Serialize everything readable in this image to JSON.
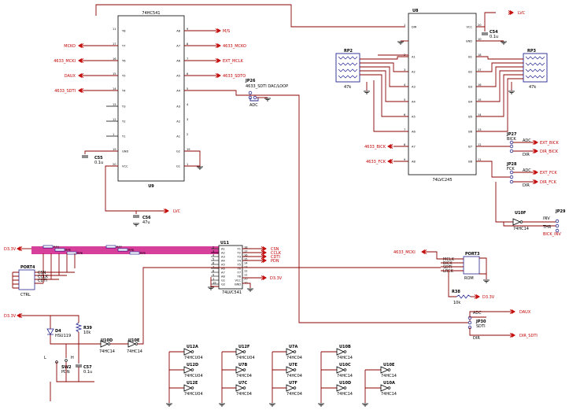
{
  "u9": {
    "part": "74HC541",
    "ref": "U9",
    "left_pins": [
      "11",
      "17",
      "16",
      "15",
      "14",
      "13",
      "12",
      "1",
      "1",
      "19",
      "20"
    ],
    "left_labels": [
      "Y8",
      "Y7",
      "Y6",
      "Y5",
      "Y4",
      "Y3",
      "Y2",
      "Y1",
      "",
      "GND",
      "VCC"
    ],
    "right_pins": [
      "A8",
      "A7",
      "A6",
      "A5",
      "A4",
      "A3",
      "A2",
      "A1",
      "G2",
      "G1"
    ],
    "right_nums": [
      "9",
      "8",
      "7",
      "6",
      "5",
      "4",
      "3",
      "2",
      "19",
      "1"
    ]
  },
  "u9_left_nets": [
    "MCKO",
    "4633_MCKI",
    "DAUX",
    "4633_SDTI"
  ],
  "u9_right_nets": [
    "M/S",
    "4633_MCKO",
    "EXT_MCLK",
    "4633_SDTO"
  ],
  "c55": {
    "ref": "C55",
    "val": "0.1u"
  },
  "c56": {
    "ref": "C56",
    "val": "47u",
    "net": "LVC"
  },
  "jp26": {
    "ref": "JP26",
    "name": "4633_SDTI DAC/LOOP",
    "adc": "ADC"
  },
  "u8": {
    "ref": "U8",
    "part": "74LVC245",
    "left_pins": [
      "DIR",
      "",
      "A1",
      "A2",
      "A3",
      "A4",
      "A5",
      "A6",
      "A7",
      "A8"
    ],
    "left_nums": [
      "1",
      "",
      "2",
      "3",
      "4",
      "5",
      "6",
      "7",
      "8",
      "9"
    ],
    "right_pins": [
      "VCC",
      "GND",
      "B1",
      "B2",
      "B3",
      "B4",
      "B5",
      "B6",
      "B7",
      "B8"
    ],
    "right_nums": [
      "20",
      "10",
      "18",
      "17",
      "16",
      "15",
      "14",
      "13",
      "12",
      "11"
    ]
  },
  "c54": {
    "ref": "C54",
    "val": "0.1u",
    "net": "LVC"
  },
  "rp2": {
    "ref": "RP2",
    "val": "47k"
  },
  "rp3": {
    "ref": "RP3",
    "val": "47k"
  },
  "u8_left_nets": [
    "4633_BICK",
    "4633_FCK"
  ],
  "jp27": {
    "ref": "JP27",
    "name": "BICK",
    "adc": "ADC",
    "dir": "DIR",
    "n1": "EXT_BICK",
    "n2": "DIR_BICK"
  },
  "jp28": {
    "ref": "JP28",
    "name": "FCK",
    "adc": "ADC",
    "dir": "DIR",
    "n1": "EXT_FCK",
    "n2": "DIR_FCK"
  },
  "u10f": {
    "ref": "U10F",
    "part": "74HC14"
  },
  "jp29": {
    "ref": "JP29",
    "inv": "INV",
    "thr": "THR",
    "net": "BICK_INV"
  },
  "d33": "D3.3V",
  "rp_group": [
    "RP4",
    "RP5",
    "RP6",
    "RP7",
    "RP8",
    "RP9"
  ],
  "rp_vals": [
    "10k",
    "10k",
    "10k",
    "10k",
    "10k",
    "10k"
  ],
  "port4": {
    "ref": "PORT4",
    "sub": "CTRL",
    "nets": [
      "CSN",
      "CCLK",
      "CDTI"
    ]
  },
  "u11": {
    "ref": "U11",
    "part": "74LVC541",
    "left_pins": [
      "A1",
      "A2",
      "A3",
      "A4",
      "A5",
      "A6",
      "A7",
      "A8",
      "G1",
      "G2"
    ],
    "left_nums": [
      "2",
      "3",
      "4",
      "5",
      "6",
      "7",
      "8",
      "9",
      "1",
      "19"
    ],
    "right_pins": [
      "Y1",
      "Y2",
      "Y3",
      "Y4",
      "Y5",
      "Y6",
      "Y7",
      "Y8",
      "VCC",
      "GND"
    ],
    "right_nums": [
      "18",
      "17",
      "16",
      "15",
      "14",
      "13",
      "12",
      "11",
      "20",
      "10"
    ],
    "out_nets": [
      "CSN",
      "CCLK",
      "CDTI",
      "PDN"
    ]
  },
  "port3": {
    "ref": "PORT3",
    "sub": "ROM",
    "pins": [
      "MCLK",
      "BICK",
      "SDTI",
      "LRCK"
    ],
    "input": "4633_MCKI"
  },
  "r38": {
    "ref": "R38",
    "val": "10k"
  },
  "jp30": {
    "ref": "JP30",
    "name": "SDTI",
    "adc": "ADC",
    "dir": "DIR",
    "n1": "DAUX",
    "n2": "DIR_SDTI"
  },
  "d4": {
    "ref": "D4",
    "part": "HSU119"
  },
  "r39": {
    "ref": "R39",
    "val": "10k"
  },
  "sw2": {
    "ref": "SW2",
    "name": "PDN",
    "l": "L",
    "h": "H"
  },
  "c57": {
    "ref": "C57",
    "val": "0.1u"
  },
  "u10d": {
    "ref": "U10D",
    "part": "74HC14"
  },
  "u10e": {
    "ref": "U10E",
    "part": "74HC14"
  },
  "spare_gates": [
    {
      "ref": "U12A",
      "part": "74HCU04"
    },
    {
      "ref": "U12D",
      "part": "74HCU04"
    },
    {
      "ref": "U12E",
      "part": "74HCU04"
    },
    {
      "ref": "U12F",
      "part": "74HCU04"
    },
    {
      "ref": "U7B",
      "part": "74HC04"
    },
    {
      "ref": "U7C",
      "part": "74HC04"
    },
    {
      "ref": "U7A",
      "part": "74HC04"
    },
    {
      "ref": "U7E",
      "part": "74HC04"
    },
    {
      "ref": "U7F",
      "part": "74HC04"
    },
    {
      "ref": "U10B",
      "part": "74HC14"
    },
    {
      "ref": "U10C",
      "part": "74HC14"
    },
    {
      "ref": "U10D",
      "part": "74HC14"
    },
    {
      "ref": "U10E",
      "part": "74HC14"
    },
    {
      "ref": "U10A",
      "part": "74HC14"
    }
  ]
}
